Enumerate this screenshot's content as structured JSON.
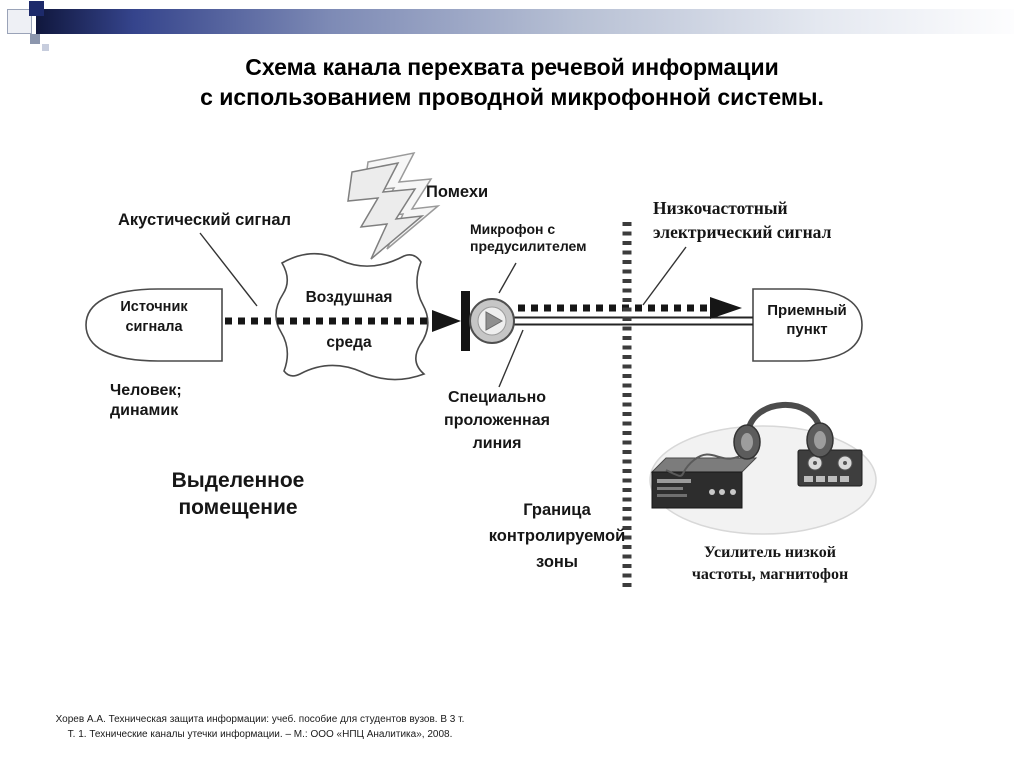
{
  "slide": {
    "title": "Схема канала перехвата речевой информации\nс использованием проводной микрофонной системы.",
    "footer": "Хорев А.А.  Техническая  защита информации: учеб. пособие для студентов вузов. В 3 т.\nТ. 1. Технические каналы утечки информации. – М.: ООО «НПЦ Аналитика», 2008."
  },
  "colors": {
    "header_accent_dark": "#10173d",
    "header_accent_navy": "#1d2a6b"
  },
  "diagram": {
    "acoustic_signal": "Акустический сигнал",
    "interference": "Помехи",
    "microphone": "Микрофон с\nпредусилителем",
    "low_freq_signal": "Низкочастотный\nэлектрический сигнал",
    "source": "Источник\nсигнала",
    "air_medium": "Воздушная\nсреда",
    "receiver": "Приемный\nпункт",
    "person": "Человек;\nдинамик",
    "room": "Выделенное\nпомещение",
    "laid_line": "Специально\nпроложенная\nлиния",
    "boundary": "Граница\nконтролируемой\nзоны",
    "equipment": "Усилитель низкой\nчастоты, магнитофон"
  }
}
